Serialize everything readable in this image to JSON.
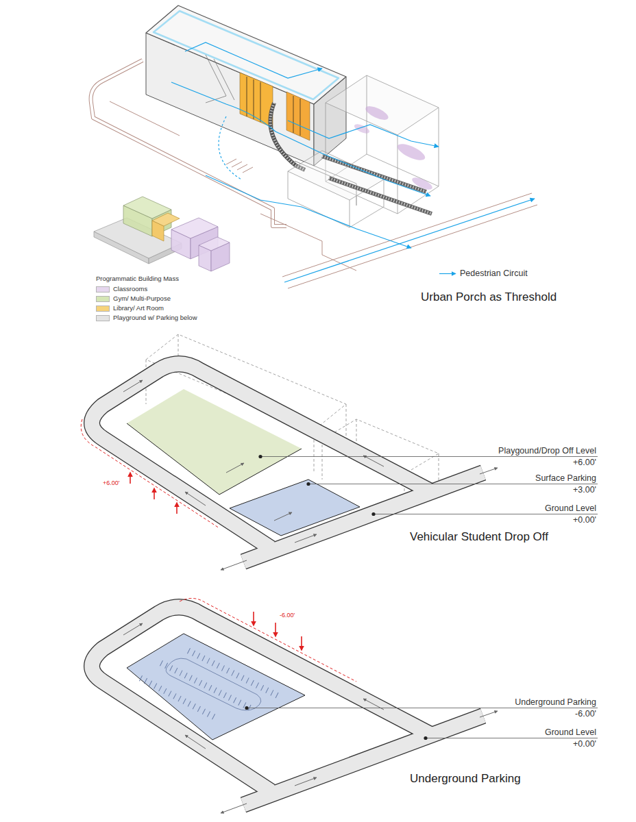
{
  "diagram": {
    "labels": [
      "Programmatic Building Mass",
      "Urban Porch as Threshold",
      "Playgound/Drop Off Level",
      "+6.00'",
      "Surface Parking",
      "+3.00'",
      "Ground Level",
      "+0.00'",
      "+6.00'",
      "Vehicular Student Drop Off",
      "Underground Parking",
      "-6.00'",
      "Ground Level",
      "+0.00'",
      "-6.00'",
      "Underground Parking"
    ],
    "legend": [
      {
        "text": "Classrooms",
        "color": "#e6d7ee"
      },
      {
        "text": "Gym/ Multi-Purpose",
        "color": "#d5e6b5"
      },
      {
        "text": "Library/ Art Room",
        "color": "#f6d37a"
      },
      {
        "text": "Playground w/ Parking below",
        "color": "#e4e4e4"
      },
      {
        "text": "Pedestrian Circuit"
      }
    ]
  }
}
